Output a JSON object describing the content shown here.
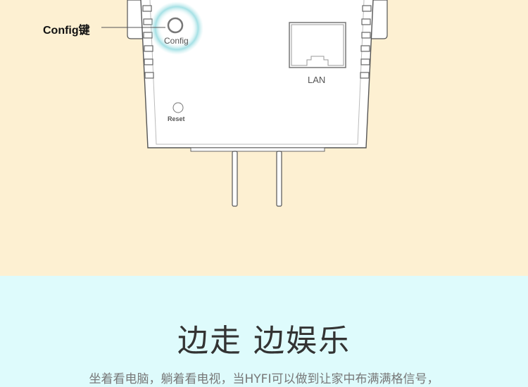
{
  "callout": {
    "config_key": "Config键"
  },
  "device": {
    "config_label": "Config",
    "lan_label": "LAN",
    "reset_label": "Reset"
  },
  "hero": {
    "headline": "边走 边娱乐",
    "subtext": "坐着看电脑，躺着看电视，当HYFI可以做到让家中布满满格信号，"
  },
  "colors": {
    "top_bg": "#fdf0d2",
    "bottom_bg": "#defbfc",
    "glow": "#8fd8de"
  }
}
